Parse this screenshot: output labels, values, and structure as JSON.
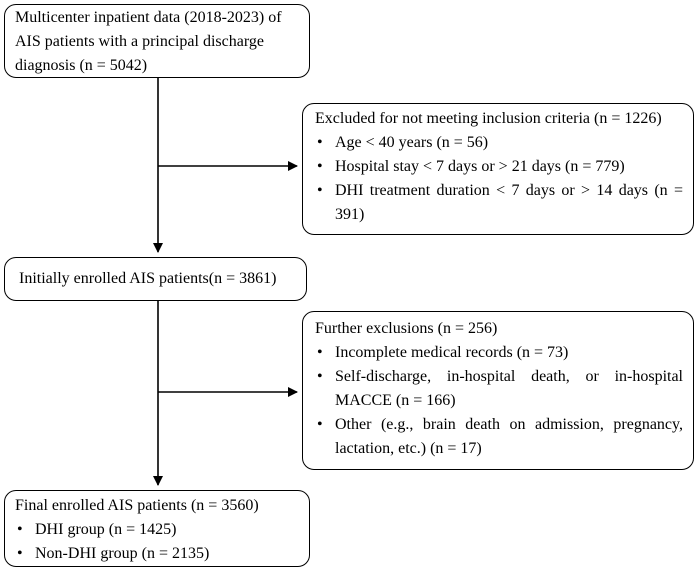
{
  "boxes": {
    "source": {
      "lines": [
        "Multicenter inpatient data (2018-2023) of",
        "AIS patients with a principal discharge",
        "diagnosis (n = 5042)"
      ]
    },
    "exclusion1": {
      "title": "Excluded for not meeting inclusion criteria (n = 1226)",
      "items": [
        "Age < 40 years (n = 56)",
        "Hospital stay < 7 days or > 21 days (n = 779)",
        "DHI treatment duration < 7 days or > 14 days (n = 391)"
      ]
    },
    "enrolled": {
      "title": "Initially enrolled AIS patients(n = 3861)"
    },
    "exclusion2": {
      "title": "Further exclusions (n = 256)",
      "items": [
        "Incomplete medical records (n = 73)",
        "Self-discharge, in-hospital death, or in-hospital MACCE (n = 166)",
        "Other (e.g., brain death on admission, pregnancy, lactation, etc.) (n = 17)"
      ]
    },
    "final": {
      "title": "Final enrolled AIS patients (n = 3560)",
      "items": [
        "DHI group (n = 1425)",
        "Non-DHI group (n = 2135)"
      ]
    }
  },
  "bullet_glyph": "•"
}
